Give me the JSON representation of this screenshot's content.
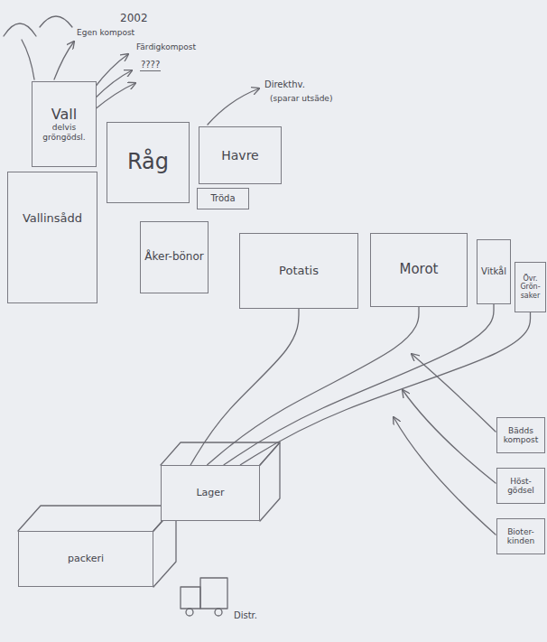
{
  "diagram": {
    "nodes": [
      {
        "text": [
          "Vall",
          "delvis gröngödsl."
        ]
      },
      {
        "text": [
          "Råg"
        ]
      },
      {
        "text": [
          "Havre"
        ]
      },
      {
        "text": [
          "Tröda"
        ]
      },
      {
        "text": [
          "Vallinsådd"
        ]
      },
      {
        "text": [
          "Åker-bönor"
        ]
      },
      {
        "text": [
          "Potatis"
        ]
      },
      {
        "text": [
          "Morot"
        ]
      },
      {
        "text": [
          "Vitkål"
        ]
      },
      {
        "text": [
          "Övr. Grön-saker"
        ]
      },
      {
        "text": [
          "Lager"
        ]
      },
      {
        "text": [
          "Bädds kompost"
        ]
      },
      {
        "text": [
          "Höst-gödsel"
        ]
      },
      {
        "text": [
          "Bioter-kinden"
        ]
      },
      {
        "text": [
          "packeri"
        ]
      }
    ],
    "edges": [
      {
        "from": 6,
        "to": 10,
        "arrow": "none"
      },
      {
        "from": 7,
        "to": 10,
        "arrow": "none"
      },
      {
        "from": 8,
        "to": 10,
        "arrow": "none"
      },
      {
        "from": 9,
        "to": 10,
        "arrow": "none"
      }
    ],
    "labels": [
      "2002",
      "Egen kompost",
      "Färdigkompost",
      "????",
      "Direkthv.",
      "(sparar utsäde)",
      "Distr."
    ]
  }
}
